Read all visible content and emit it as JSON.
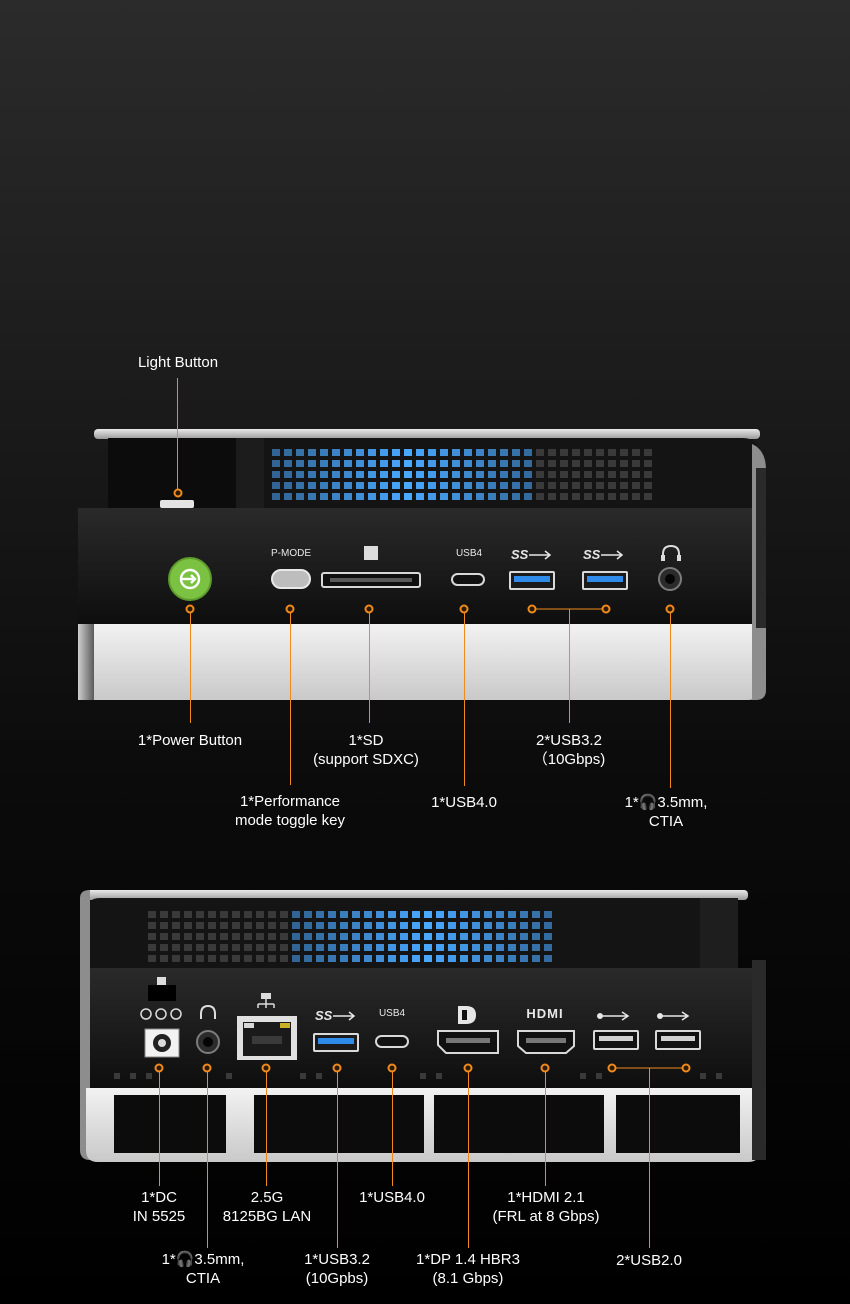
{
  "top": {
    "light_label": "Light Button",
    "port_labels": {
      "pmode": "P-MODE",
      "usb4": "USB4"
    },
    "callouts": {
      "power": "1*Power Button",
      "sd_l1": "1*SD",
      "sd_l2": "(support SDXC)",
      "usb32_l1": "2*USB3.2",
      "usb32_l2": "（10Gbps)",
      "perf_l1": "1*Performance",
      "perf_l2": "mode toggle key",
      "usb40": "1*USB4.0",
      "audio_l1": "1*🎧3.5mm,",
      "audio_l2": "CTIA"
    }
  },
  "bottom": {
    "port_labels": {
      "usb4": "USB4",
      "hdmi": "HDMI"
    },
    "callouts": {
      "dc_l1": "1*DC",
      "dc_l2": "IN 5525",
      "lan_l1": "2.5G",
      "lan_l2": "8125BG LAN",
      "usb40": "1*USB4.0",
      "hdmi_l1": "1*HDMI 2.1",
      "hdmi_l2": "(FRL at 8 Gbps)",
      "audio_l1": "1*🎧3.5mm,",
      "audio_l2": "CTIA",
      "usb32_l1": "1*USB3.2",
      "usb32_l2": "(10Gpbs)",
      "dp_l1": "1*DP 1.4 HBR3",
      "dp_l2": "(8.1 Gbps)",
      "usb20": "2*USB2.0"
    }
  },
  "colors": {
    "accent": "#f08a1c",
    "power_green": "#7cc242",
    "usb3_blue": "#2f8bea"
  }
}
